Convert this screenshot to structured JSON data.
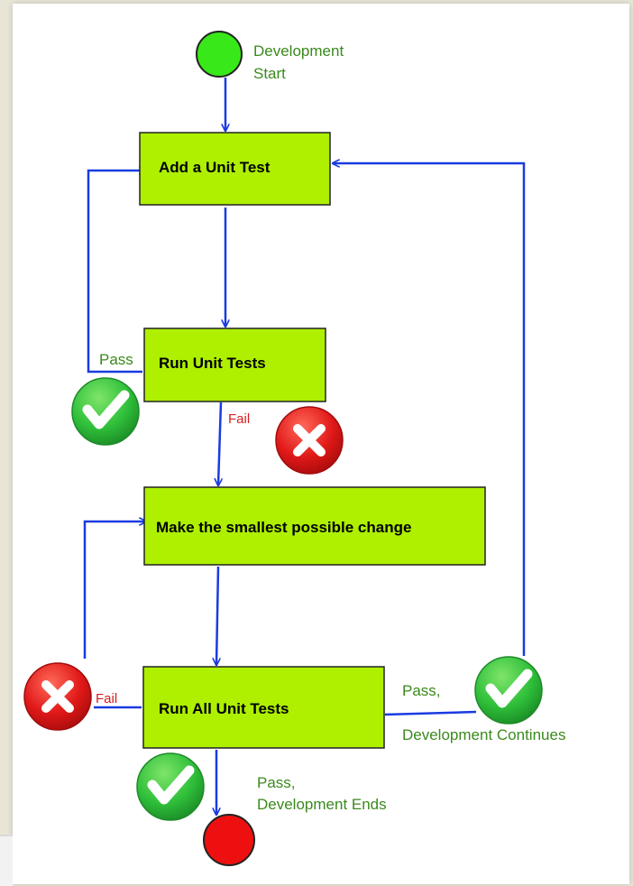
{
  "nodes": {
    "start": {
      "label_line1": "Development",
      "label_line2": "Start"
    },
    "add_test": {
      "label": "Add a Unit Test"
    },
    "run_tests": {
      "label": "Run Unit Tests"
    },
    "make_change": {
      "label": "Make the smallest possible change"
    },
    "run_all": {
      "label": "Run All Unit Tests"
    },
    "end": {
      "label_line1": "Pass,",
      "label_line2": "Development  Ends"
    }
  },
  "edges": {
    "run_tests_pass": "Pass",
    "run_tests_fail": "Fail",
    "run_all_fail": "Fail",
    "continue_line1": "Pass,",
    "continue_line2": "Development Continues"
  },
  "colors": {
    "box_fill": "#aef000",
    "arrow": "#1a3be0",
    "start_fill": "#38e818",
    "end_fill": "#ee1010",
    "check_fill": "#2fbf3a",
    "x_fill": "#e01818",
    "label_green": "#3a8a1c",
    "label_red": "#d61f1f"
  },
  "icons": [
    "check-icon",
    "x-icon"
  ]
}
